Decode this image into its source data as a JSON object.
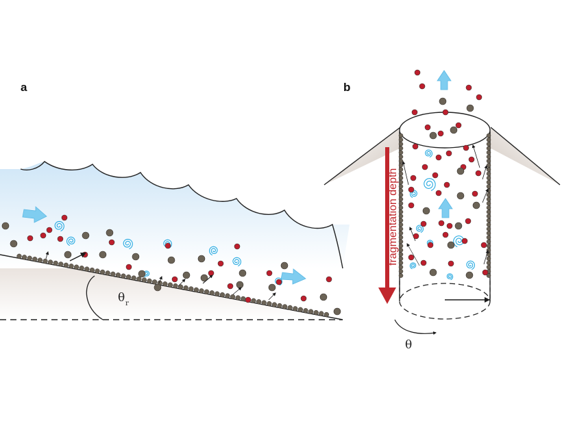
{
  "panels": {
    "a": {
      "label": "a",
      "angle_symbol": "θ",
      "angle_subscript": "r"
    },
    "b": {
      "label": "b",
      "depth_label": "fragmentation depth",
      "angle_symbol": "θ"
    }
  },
  "colors": {
    "particle_red": "#be1e2d",
    "particle_grey": "#6b6356",
    "eddy_blue": "#29abe2",
    "flow_arrow_blue": "#7fcdf0",
    "depth_arrow_red": "#c1272d",
    "ground_shade": "#e9e3df",
    "water_gradient_top": "#cfe6f7"
  },
  "icons": {
    "flow_arrow": "block-arrow-icon",
    "eddy": "spiral-eddy-icon",
    "particle": "pyroclast-dot-icon"
  }
}
